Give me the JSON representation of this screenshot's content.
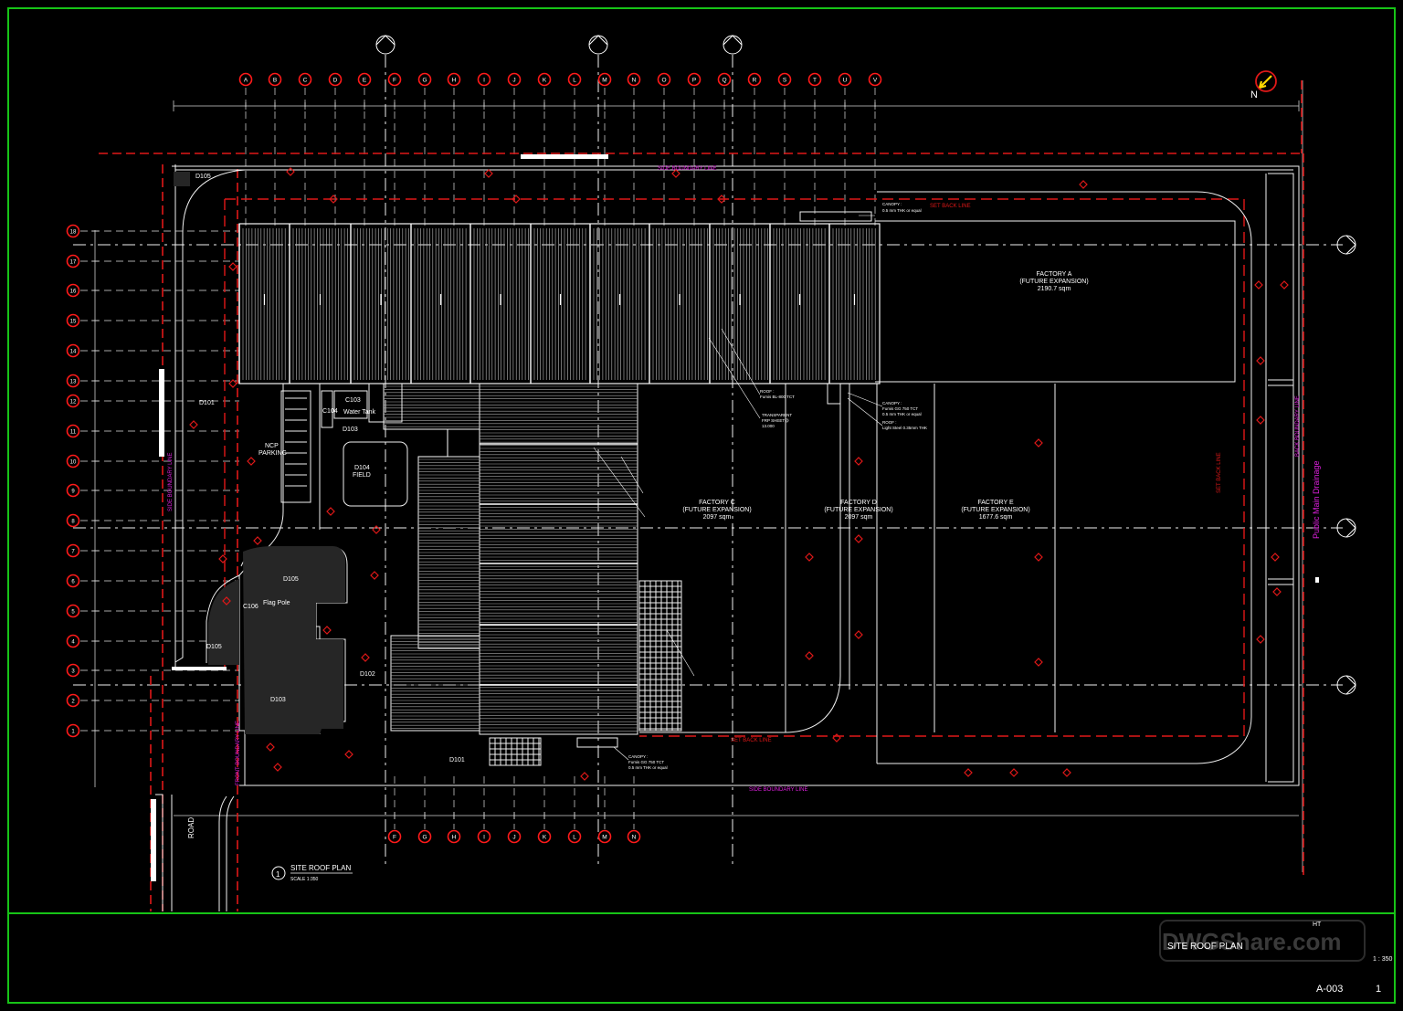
{
  "colors": {
    "background": "#000000",
    "frame": "#17c417",
    "line": "#ffffff",
    "grid_bubble": "#ff1a1a",
    "boundary": "#e01818",
    "magenta": "#e020e0",
    "north": "#ffd800"
  },
  "top_gridline_labels": [
    "A",
    "B",
    "C",
    "D",
    "E",
    "F",
    "G",
    "H",
    "I",
    "J",
    "K",
    "L",
    "M",
    "N",
    "O",
    "P",
    "Q",
    "R",
    "S",
    "T",
    "U",
    "V"
  ],
  "bottom_gridline_labels": [
    "F",
    "G",
    "H",
    "I",
    "J",
    "K",
    "L",
    "M",
    "N"
  ],
  "left_gridline_labels": [
    "18",
    "17",
    "16",
    "15",
    "14",
    "13",
    "12",
    "11",
    "10",
    "9",
    "8",
    "7",
    "6",
    "5",
    "4",
    "3",
    "2",
    "1"
  ],
  "building_labels": {
    "factory_a": [
      "FACTORY A",
      "(FUTURE EXPANSION)",
      "2190.7 sqm"
    ],
    "factory_c": [
      "FACTORY C",
      "(FUTURE EXPANSION)",
      "2097 sqm"
    ],
    "factory_d": [
      "FACTORY D",
      "(FUTURE EXPANSION)",
      "2097 sqm"
    ],
    "factory_e": [
      "FACTORY E",
      "(FUTURE EXPANSION)",
      "1677.6 sqm"
    ]
  },
  "room_labels": {
    "d105_top": "D105",
    "d101_left": "D101",
    "d103": "D103",
    "c103": "C103",
    "water_tank": "Water Tank",
    "c104": "C104",
    "ncp": "NCP",
    "parking": "PARKING",
    "d104": "D104",
    "field": "FIELD",
    "d105_mid": "D105",
    "c106": "C106",
    "flag_pole": "Flag Pole",
    "d105_low": "D105",
    "d102": "D102",
    "d103_low": "D103",
    "d101_bottom": "D101"
  },
  "site_labels": {
    "side_boundary_top": "SIDE BOUNDARY LINE",
    "side_boundary_bottom": "SIDE BOUNDARY LINE",
    "set_back_top": "SET BACK LINE",
    "set_back_bottom": "SET BACK LINE",
    "set_back_right": "SET BACK LINE",
    "front_boundary": "FRONT BOUNDARY LINE",
    "side_boundary_left": "SIDE BOUNDARY LINE",
    "back_boundary": "BACK BOUNDARY LINE",
    "road": "ROAD",
    "public_drain": "Public Main Drainage"
  },
  "annotations": {
    "canopy_top": [
      "CANOPY :",
      "0.5 mm THK or equal"
    ],
    "canopy_mid": [
      "CANOPY :",
      "Fumis GG 750 TCT",
      "0.5 mm THK or equal"
    ],
    "roof_light": [
      "ROOF :",
      "Light Steel 0.35mm THK"
    ],
    "roof_main": [
      "ROOF :",
      "Fumis BL-800 TCT"
    ],
    "transparent": [
      "TRANSPARENT",
      "FRP SHEET@",
      "13.000"
    ],
    "canopy_bottom": [
      "CANOPY :",
      "Fumis GG 750 TCT",
      "0.5 mm THK or equal"
    ]
  },
  "north_label": "N",
  "title_block": {
    "plan_number": "1",
    "plan_title": "SITE ROOF PLAN",
    "plan_scale": "SCALE 1:350",
    "sheet_title": "SITE ROOF PLAN",
    "ht_label": "HT",
    "scale": "1 : 350",
    "sheet_number": "A-003",
    "sheet_index": "1",
    "watermark": "DWGShare.com"
  }
}
